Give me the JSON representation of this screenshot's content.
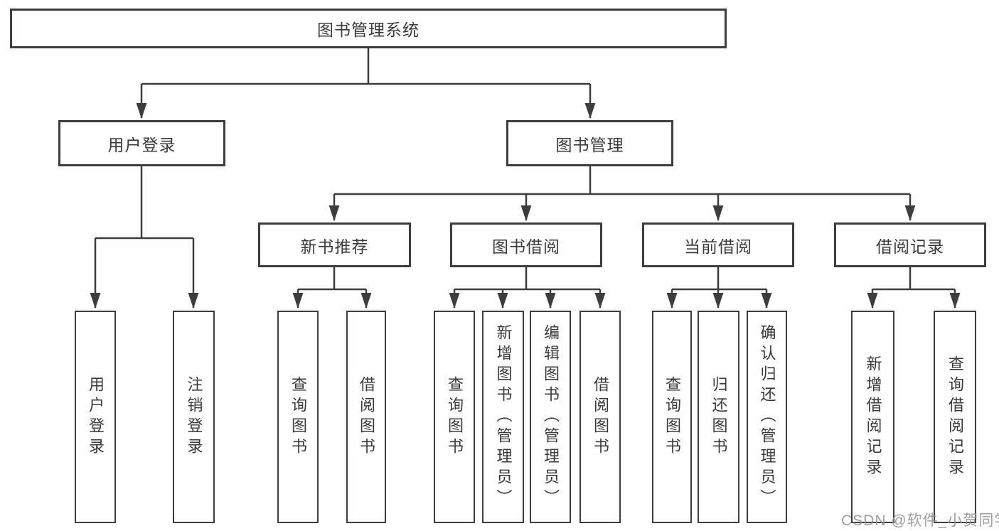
{
  "colors": {
    "line": "#3d3d3d",
    "box_border": "#3d3d3d",
    "text": "#3a3a3a",
    "box_background": "#ffffff",
    "page_background": "#ffffff",
    "watermark": "#949494"
  },
  "watermark": "CSDN @软件_小贺同学",
  "diagram": {
    "root": {
      "label": "图书管理系统"
    },
    "branches": [
      {
        "label": "用户登录",
        "children": [
          {
            "label": "用户登录"
          },
          {
            "label": "注销登录"
          }
        ]
      },
      {
        "label": "图书管理",
        "children": [
          {
            "label": "新书推荐",
            "children": [
              {
                "label": "查询图书"
              },
              {
                "label": "借阅图书"
              }
            ]
          },
          {
            "label": "图书借阅",
            "children": [
              {
                "label": "查询图书"
              },
              {
                "label": "新增图书（管理员）"
              },
              {
                "label": "编辑图书（管理员）"
              },
              {
                "label": "借阅图书"
              }
            ]
          },
          {
            "label": "当前借阅",
            "children": [
              {
                "label": "查询图书"
              },
              {
                "label": "归还图书"
              },
              {
                "label": "确认归还（管理员）"
              }
            ]
          },
          {
            "label": "借阅记录",
            "children": [
              {
                "label": "新增借阅记录"
              },
              {
                "label": "查询借阅记录"
              }
            ]
          }
        ]
      }
    ]
  }
}
